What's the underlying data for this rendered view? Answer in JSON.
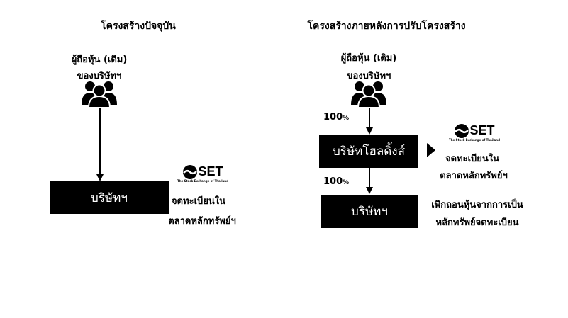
{
  "left": {
    "title": "โครงสร้างปัจจุบัน",
    "shareholders_line1": "ผู้ถือหุ้น (เดิม)",
    "shareholders_line2": "ของบริษัทฯ",
    "company": "บริษัทฯ",
    "listed_line1": "จดทะเบียนใน",
    "listed_line2": "ตลาดหลักทรัพย์ฯ"
  },
  "right": {
    "title": "โครงสร้างภายหลังการปรับโครงสร้าง",
    "shareholders_line1": "ผู้ถือหุ้น (เดิม)",
    "shareholders_line2": "ของบริษัทฯ",
    "pct1": "100",
    "pct2": "100",
    "pct_sign": "%",
    "holding": "บริษัทโฮลดิ้งส์",
    "company": "บริษัทฯ",
    "listed_line1": "จดทะเบียนใน",
    "listed_line2": "ตลาดหลักทรัพย์ฯ",
    "delist_line1": "เพิกถอนหุ้นจากการเป็น",
    "delist_line2": "หลักทรัพย์จดทะเบียน"
  },
  "set_logo": {
    "name": "SET",
    "tagline": "The Stock Exchange of Thailand"
  }
}
